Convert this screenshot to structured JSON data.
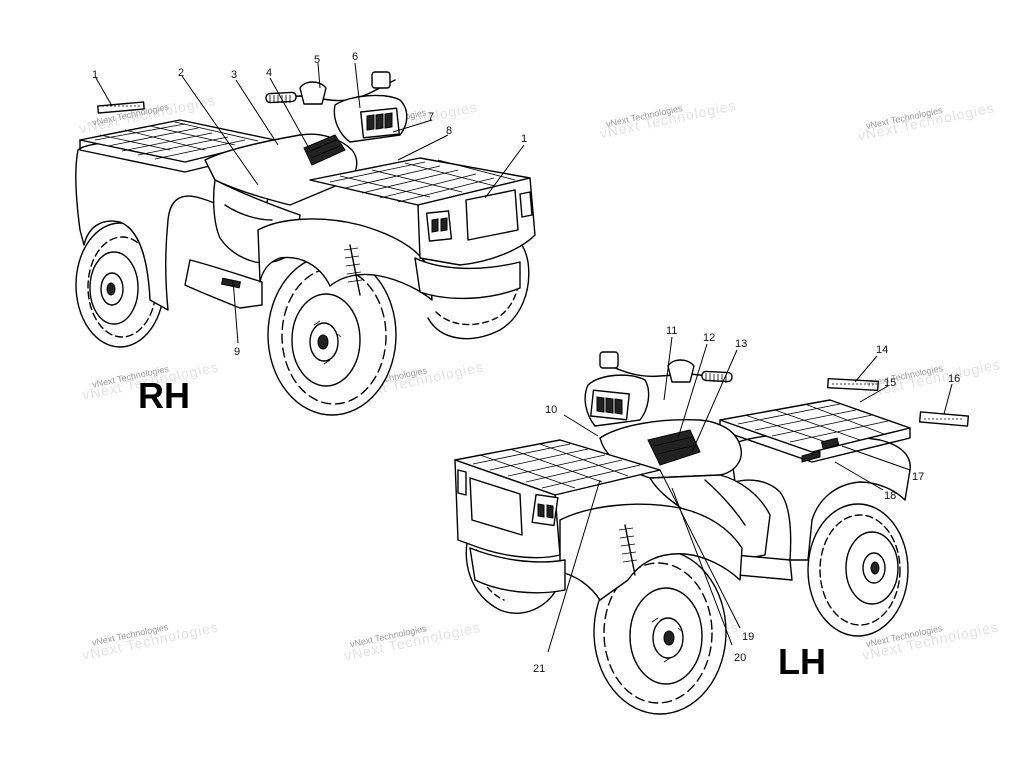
{
  "side_labels": {
    "rh": "RH",
    "lh": "LH"
  },
  "watermark_text": "vNext Technologies",
  "callouts": {
    "c1a": "1",
    "c2": "2",
    "c3": "3",
    "c4": "4",
    "c5": "5",
    "c6": "6",
    "c7": "7",
    "c8": "8",
    "c1b": "1",
    "c9": "9",
    "c10": "10",
    "c11": "11",
    "c12": "12",
    "c13": "13",
    "c14": "14",
    "c15": "15",
    "c16": "16",
    "c17": "17",
    "c18": "18",
    "c19": "19",
    "c20": "20",
    "c21": "21"
  }
}
